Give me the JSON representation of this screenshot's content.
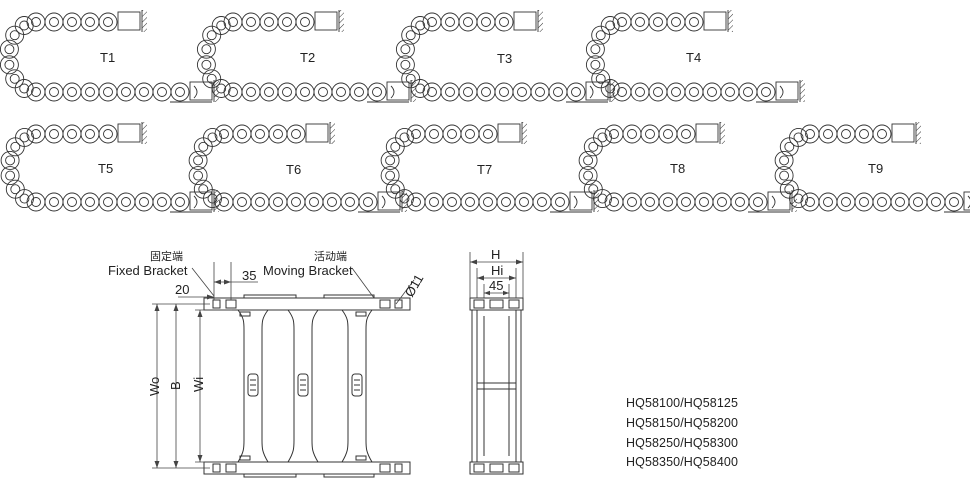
{
  "variants": [
    "T1",
    "T2",
    "T3",
    "T4",
    "T5",
    "T6",
    "T7",
    "T8",
    "T9"
  ],
  "front_view": {
    "fixed_bracket_cn": "固定端",
    "fixed_bracket_en": "Fixed Bracket",
    "moving_bracket_cn": "活动端",
    "moving_bracket_en": "Moving Bracket",
    "dim_20": "20",
    "dim_35": "35",
    "dim_hole": "Ø11",
    "dim_wo": "Wo",
    "dim_b": "B",
    "dim_wi": "Wi"
  },
  "side_view": {
    "dim_h": "H",
    "dim_hi": "Hi",
    "dim_45": "45"
  },
  "models": [
    "HQ58100/HQ58125",
    "HQ58150/HQ58200",
    "HQ58250/HQ58300",
    "HQ58350/HQ58400"
  ]
}
